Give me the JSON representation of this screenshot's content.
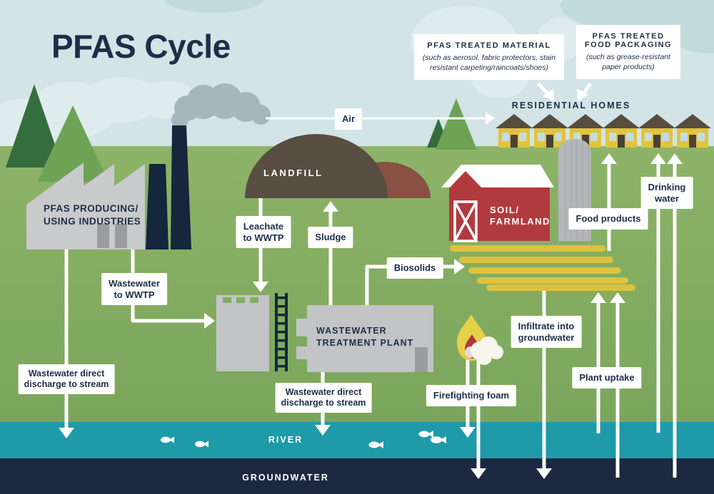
{
  "title": "PFAS Cycle",
  "callouts": {
    "material": {
      "title": "PFAS TREATED MATERIAL",
      "subtitle": [
        "(such as aerosol, fabric protectors, stain",
        "resistant carpeting/raincoats/shoes)"
      ]
    },
    "packaging": {
      "title": [
        "PFAS TREATED",
        "FOOD PACKAGING"
      ],
      "subtitle": [
        "(such as grease-resistant",
        "paper products)"
      ]
    }
  },
  "places": {
    "residential_homes": "RESIDENTIAL HOMES",
    "industries": [
      "PFAS PRODUCING/",
      "USING INDUSTRIES"
    ],
    "landfill": "LANDFILL",
    "soil_farmland": [
      "SOIL/",
      "FARMLAND"
    ],
    "wwtp": [
      "WASTEWATER",
      "TREATMENT PLANT"
    ],
    "river": "RIVER",
    "groundwater": "GROUNDWATER"
  },
  "flows": {
    "air": "Air",
    "leachate": [
      "Leachate",
      "to WWTP"
    ],
    "sludge": "Sludge",
    "wastewater_to_wwtp": [
      "Wastewater",
      "to WWTP"
    ],
    "biosolids": "Biosolids",
    "food_products": "Food products",
    "drinking_water": [
      "Drinking",
      "water"
    ],
    "infiltrate": [
      "Infiltrate into",
      "groundwater"
    ],
    "plant_uptake": "Plant uptake",
    "firefighting_foam": "Firefighting foam",
    "wastewater_direct": [
      "Wastewater direct",
      "discharge to stream"
    ]
  },
  "colors": {
    "navy_text": "#1e2d49",
    "sky": "#d3e4e6",
    "grass": "#84ad62",
    "river": "#1f9aa8",
    "groundwater": "#1c2940",
    "arrow_white": "#ffffff",
    "barn_red": "#b13a3e",
    "house_yellow": "#e2c33c",
    "crop_yellow": "#dcc23e",
    "landfill_brown": "#584e42",
    "landfill_rust": "#885143",
    "factory_gray": "#c9cacb",
    "chimney_navy": "#14273c"
  }
}
